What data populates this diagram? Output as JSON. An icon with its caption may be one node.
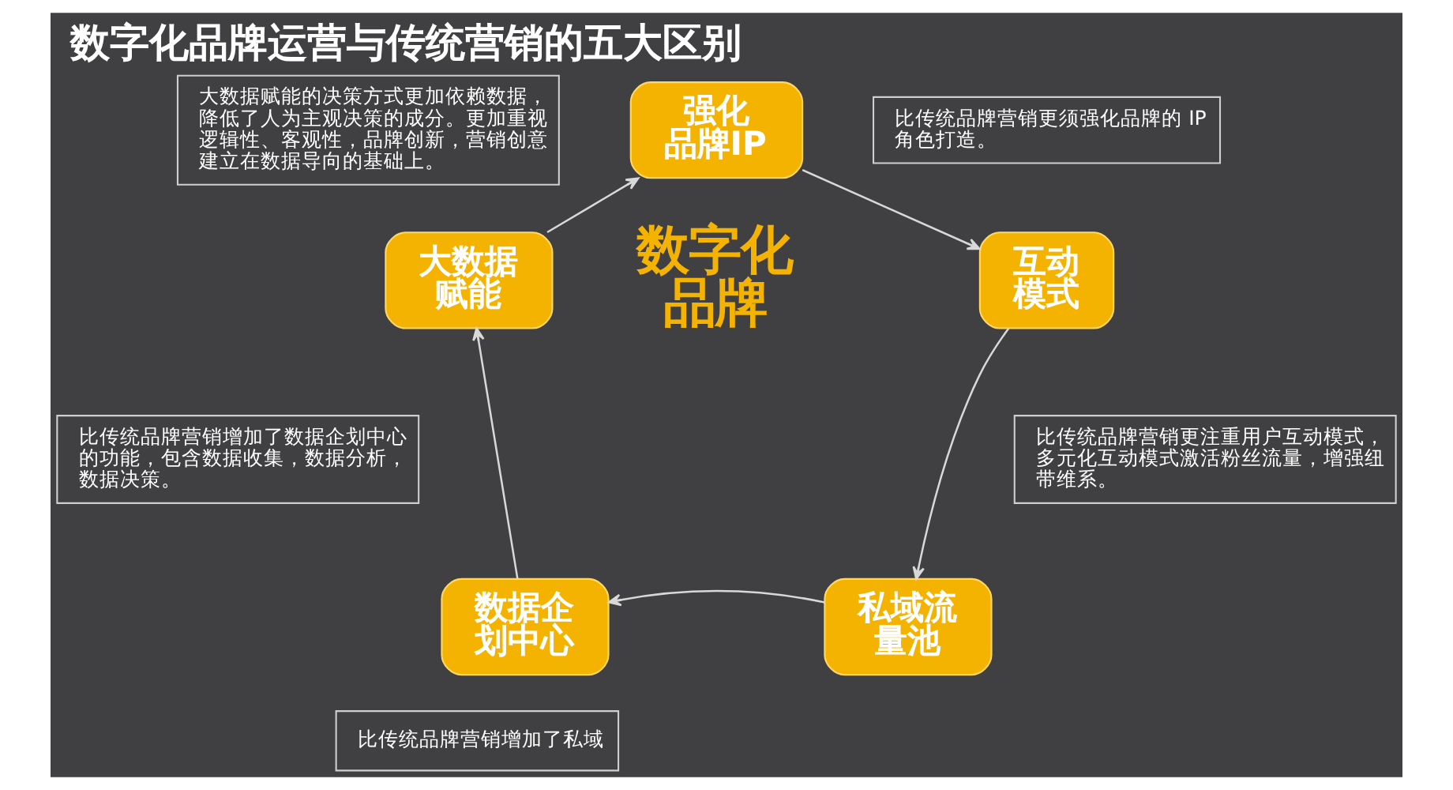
{
  "diagram": {
    "title": "数字化品牌运营与传统营销的五大区别",
    "nodes": [
      {
        "text": [
          "大数据赋能的决策方式更加依赖数据，降低了人为主观决策的成分。更加重视逻辑性、客观性，品牌创新，营销创意建立在数据导向的基础上。"
        ]
      },
      {
        "text": [
          "强化品牌IP"
        ]
      },
      {
        "text": [
          "比传统品牌营销更须强化品牌的 IP角色打造。"
        ]
      },
      {
        "text": [
          "大数据赋能"
        ]
      },
      {
        "text": [
          "互动模式"
        ]
      },
      {
        "text": [
          "比传统品牌营销增加了数据企划中心的功能，包含数据收集，数据分析，数据决策。"
        ]
      },
      {
        "text": [
          "比传统品牌营销更注重用户互动模式，多元化互动模式激活粉丝流量，增强纽带维系。"
        ]
      },
      {
        "text": [
          "数据企划中心"
        ]
      },
      {
        "text": [
          "私域流量池"
        ]
      },
      {
        "text": [
          "比传统品牌营销增加了私域"
        ]
      }
    ],
    "edges": [
      {
        "from": 1,
        "to": 4,
        "arrow": "to"
      },
      {
        "from": 4,
        "to": 8,
        "arrow": "to"
      },
      {
        "from": 8,
        "to": 7,
        "arrow": "to"
      },
      {
        "from": 7,
        "to": 3,
        "arrow": "to"
      },
      {
        "from": 3,
        "to": 1,
        "arrow": "to"
      }
    ],
    "labels": [
      "数字化品牌"
    ]
  }
}
